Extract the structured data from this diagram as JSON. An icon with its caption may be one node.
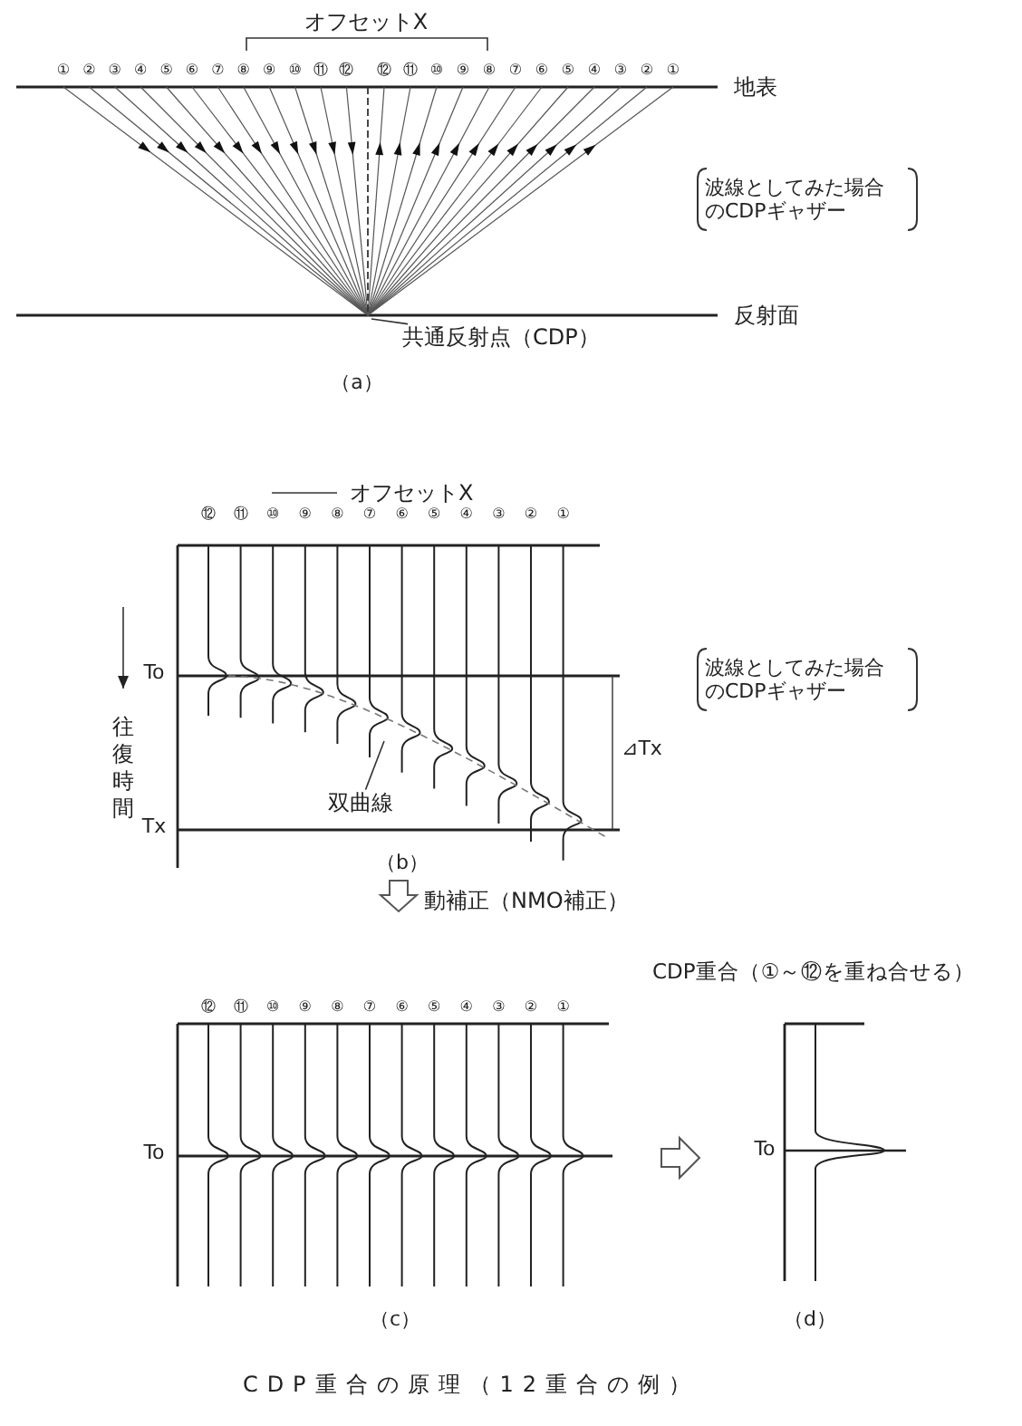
{
  "diagram": {
    "caption": "CDP重合の原理（12重合の例）",
    "nodes": [
      {
        "text": [
          "共通反射点（CDP）"
        ]
      },
      {
        "text": [
          "双曲線"
        ]
      }
    ],
    "edges": [
      {
        "from": 0,
        "to": null,
        "arrow": "none"
      },
      {
        "from": 1,
        "to": null,
        "arrow": "none"
      }
    ],
    "labels": [
      "オフセットX",
      "①",
      "②",
      "③",
      "④",
      "⑤",
      "⑥",
      "⑦",
      "⑧",
      "⑨",
      "⑩",
      "⑪",
      "⑫",
      "⑫",
      "⑪",
      "⑩",
      "⑨",
      "⑧",
      "⑦",
      "⑥",
      "⑤",
      "④",
      "③",
      "②",
      "①",
      "地表",
      "波線としてみた場合のCDPギャザー",
      "反射面",
      "（a）",
      "オフセットX",
      "⑫",
      "⑪",
      "⑩",
      "⑨",
      "⑧",
      "⑦",
      "⑥",
      "⑤",
      "④",
      "③",
      "②",
      "①",
      "To",
      "波線としてみた場合のCDPギャザー",
      "⊿Tx",
      "往復時間",
      "Tx",
      "（b）",
      "動補正（NMO補正）",
      "CDP重合（①～⑫を重ね合せる）",
      "⑫",
      "⑪",
      "⑩",
      "⑨",
      "⑧",
      "⑦",
      "⑥",
      "⑤",
      "④",
      "③",
      "②",
      "①",
      "To",
      "To",
      "（c）",
      "（d）"
    ]
  }
}
